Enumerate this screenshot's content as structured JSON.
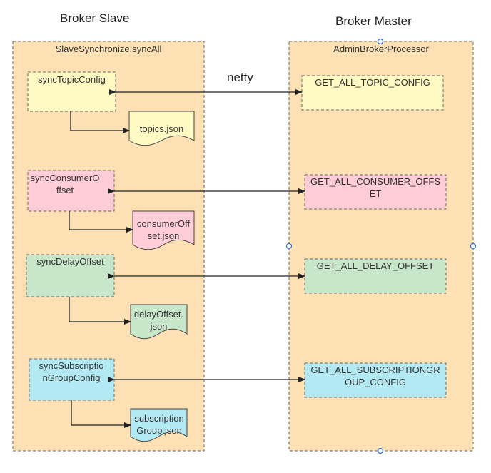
{
  "headings": {
    "slave": "Broker Slave",
    "master": "Broker Master",
    "transport": "netty"
  },
  "containers": {
    "slave": "SlaveSynchronize.syncAll",
    "master": "AdminBrokerProcessor"
  },
  "rows": [
    {
      "sync": "syncTopicConfig",
      "file": "topics.json",
      "request": "GET_ALL_TOPIC_CONFIG",
      "color": "#fff9c4"
    },
    {
      "sync": "syncConsumerO ffset",
      "file": "consumerOff set.json",
      "request": "GET_ALL_CONSUMER_OFFS ET",
      "color": "#ffcdd8"
    },
    {
      "sync": "syncDelayOffset",
      "file": "delayOffset. json",
      "request": "GET_ALL_DELAY_OFFSET",
      "color": "#c8e6c9"
    },
    {
      "sync": "syncSubscriptio nGroupConfig",
      "file": "subscription Group.json",
      "request": "GET_ALL_SUBSCRIPTIONGR OUP_CONFIG",
      "color": "#b3e9f3"
    }
  ],
  "colors": {
    "container_fill": "#fde1b4",
    "border": "#666666",
    "handle": "#2f6fdf"
  }
}
